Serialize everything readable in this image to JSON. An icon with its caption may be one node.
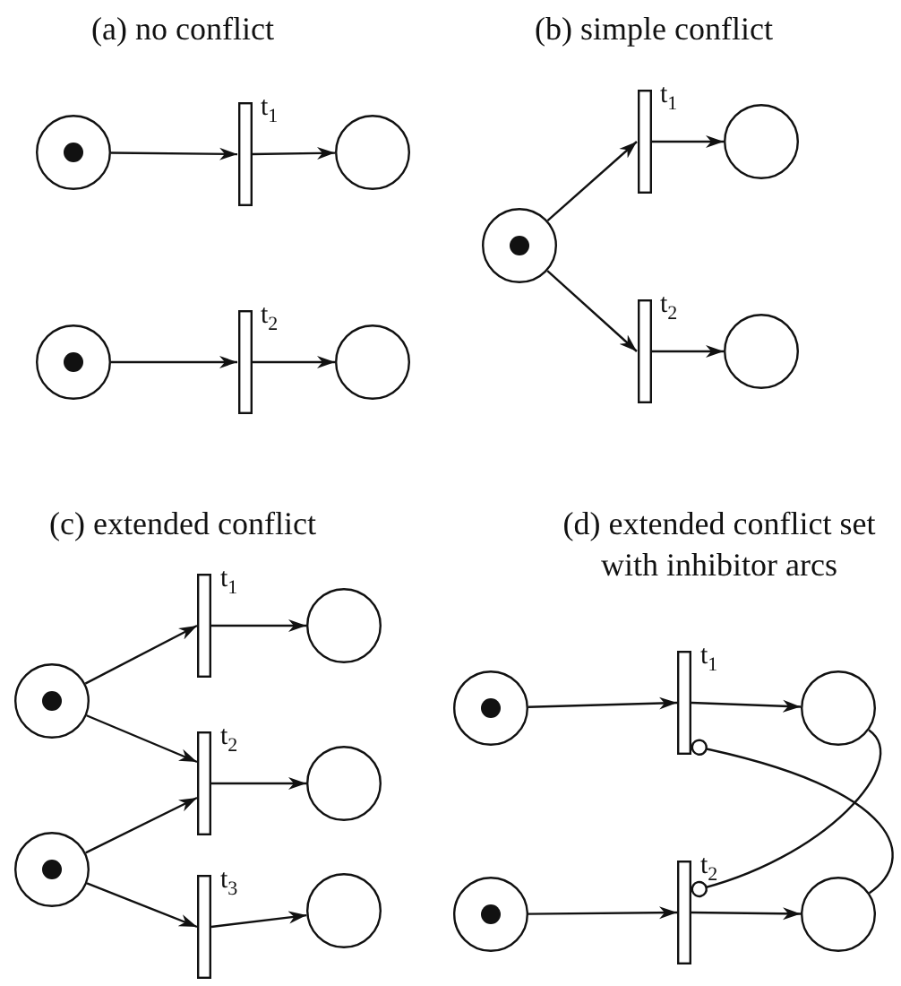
{
  "diagram": {
    "nodes": [
      {
        "text": [],
        "shape": "token-circle"
      },
      {
        "text": [],
        "shape": "bar",
        "beside": [
          "t$_{1}$"
        ]
      },
      {
        "text": [],
        "shape": "circle"
      },
      {
        "text": [],
        "shape": "token-circle"
      },
      {
        "text": [],
        "shape": "bar",
        "beside": [
          "t$_{2}$"
        ]
      },
      {
        "text": [],
        "shape": "circle"
      },
      {
        "text": [],
        "shape": "token-circle"
      },
      {
        "text": [],
        "shape": "bar",
        "beside": [
          "t$_{1}$"
        ]
      },
      {
        "text": [],
        "shape": "circle"
      },
      {
        "text": [],
        "shape": "bar",
        "beside": [
          "t$_{2}$"
        ]
      },
      {
        "text": [],
        "shape": "circle"
      },
      {
        "text": [],
        "shape": "token-circle"
      },
      {
        "text": [],
        "shape": "token-circle"
      },
      {
        "text": [],
        "shape": "bar",
        "beside": [
          "t$_{1}$"
        ]
      },
      {
        "text": [],
        "shape": "bar",
        "beside": [
          "t$_{2}$"
        ]
      },
      {
        "text": [],
        "shape": "bar",
        "beside": [
          "t$_{3}$"
        ]
      },
      {
        "text": [],
        "shape": "circle"
      },
      {
        "text": [],
        "shape": "circle"
      },
      {
        "text": [],
        "shape": "circle"
      },
      {
        "text": [],
        "shape": "token-circle"
      },
      {
        "text": [],
        "shape": "bar",
        "beside": [
          "t$_{1}$"
        ]
      },
      {
        "text": [],
        "shape": "circle"
      },
      {
        "text": [],
        "shape": "token-circle"
      },
      {
        "text": [],
        "shape": "bar",
        "beside": [
          "t$_{2}$"
        ]
      },
      {
        "text": [],
        "shape": "circle"
      }
    ],
    "edges": [
      {
        "from": 0,
        "to": 1,
        "arrow": "to"
      },
      {
        "from": 1,
        "to": 2,
        "arrow": "to"
      },
      {
        "from": 3,
        "to": 4,
        "arrow": "to"
      },
      {
        "from": 4,
        "to": 5,
        "arrow": "to"
      },
      {
        "from": 6,
        "to": 7,
        "arrow": "to"
      },
      {
        "from": 6,
        "to": 9,
        "arrow": "to"
      },
      {
        "from": 7,
        "to": 8,
        "arrow": "to"
      },
      {
        "from": 9,
        "to": 10,
        "arrow": "to"
      },
      {
        "from": 11,
        "to": 13,
        "arrow": "to"
      },
      {
        "from": 11,
        "to": 14,
        "arrow": "to"
      },
      {
        "from": 12,
        "to": 14,
        "arrow": "to"
      },
      {
        "from": 12,
        "to": 15,
        "arrow": "to"
      },
      {
        "from": 13,
        "to": 16,
        "arrow": "to"
      },
      {
        "from": 14,
        "to": 17,
        "arrow": "to"
      },
      {
        "from": 15,
        "to": 18,
        "arrow": "to"
      },
      {
        "from": 19,
        "to": 20,
        "arrow": "to"
      },
      {
        "from": 20,
        "to": 21,
        "arrow": "to"
      },
      {
        "from": 22,
        "to": 23,
        "arrow": "to"
      },
      {
        "from": 23,
        "to": 24,
        "arrow": "to"
      },
      {
        "from": 24,
        "to": 20,
        "arrow": "other"
      },
      {
        "from": 21,
        "to": 23,
        "arrow": "other"
      }
    ],
    "labels": [
      "(a) no conflict",
      "(b) simple conflict",
      "(c) extended conflict",
      "(d) extended conflict set with inhibitor arcs"
    ]
  }
}
